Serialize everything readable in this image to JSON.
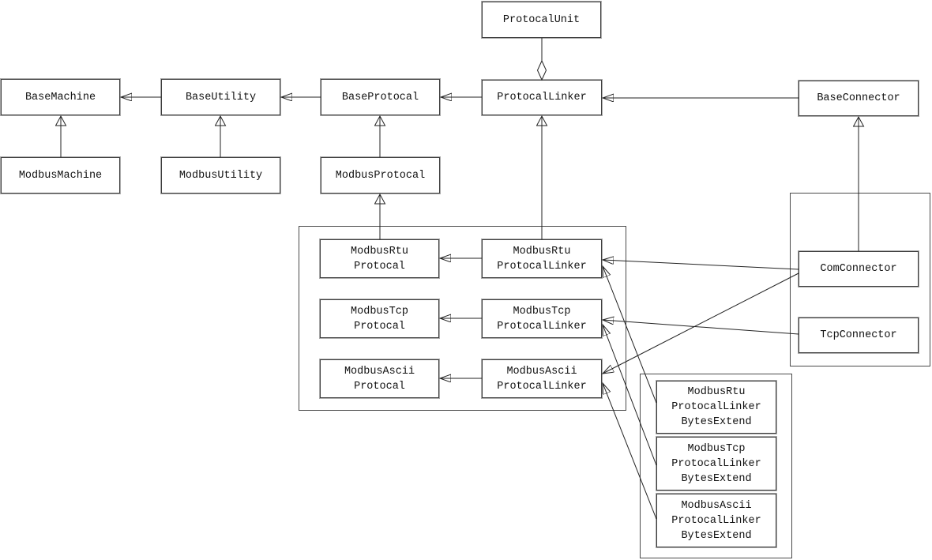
{
  "diagram": {
    "type": "uml-class-diagram",
    "colors": {
      "background": "#ffffff",
      "line": "#222222",
      "box_border": "#3d3d3d",
      "box_shadow": "#a8a8a8",
      "text": "#111111"
    },
    "nodes": {
      "protocal_unit": {
        "lines": [
          "ProtocalUnit"
        ]
      },
      "base_machine": {
        "lines": [
          "BaseMachine"
        ]
      },
      "base_utility": {
        "lines": [
          "BaseUtility"
        ]
      },
      "base_protocal": {
        "lines": [
          "BaseProtocal"
        ]
      },
      "protocal_linker": {
        "lines": [
          "ProtocalLinker"
        ]
      },
      "base_connector": {
        "lines": [
          "BaseConnector"
        ]
      },
      "modbus_machine": {
        "lines": [
          "ModbusMachine"
        ]
      },
      "modbus_utility": {
        "lines": [
          "ModbusUtility"
        ]
      },
      "modbus_protocal": {
        "lines": [
          "ModbusProtocal"
        ]
      },
      "modbus_rtu_protocal": {
        "lines": [
          "ModbusRtu",
          "Protocal"
        ]
      },
      "modbus_rtu_protocal_linker": {
        "lines": [
          "ModbusRtu",
          "ProtocalLinker"
        ]
      },
      "modbus_tcp_protocal": {
        "lines": [
          "ModbusTcp",
          "Protocal"
        ]
      },
      "modbus_tcp_protocal_linker": {
        "lines": [
          "ModbusTcp",
          "ProtocalLinker"
        ]
      },
      "modbus_ascii_protocal": {
        "lines": [
          "ModbusAscii",
          "Protocal"
        ]
      },
      "modbus_ascii_protocal_linker": {
        "lines": [
          "ModbusAscii",
          "ProtocalLinker"
        ]
      },
      "com_connector": {
        "lines": [
          "ComConnector"
        ]
      },
      "tcp_connector": {
        "lines": [
          "TcpConnector"
        ]
      },
      "modbus_rtu_bytes_extend": {
        "lines": [
          "ModbusRtu",
          "ProtocalLinker",
          "BytesExtend"
        ]
      },
      "modbus_tcp_bytes_extend": {
        "lines": [
          "ModbusTcp",
          "ProtocalLinker",
          "BytesExtend"
        ]
      },
      "modbus_ascii_bytes_extend": {
        "lines": [
          "ModbusAscii",
          "ProtocalLinker",
          "BytesExtend"
        ]
      }
    },
    "edges": [
      {
        "from": "BaseUtility",
        "to": "BaseMachine",
        "type": "association"
      },
      {
        "from": "BaseProtocal",
        "to": "BaseUtility",
        "type": "association"
      },
      {
        "from": "ProtocalLinker",
        "to": "BaseProtocal",
        "type": "association"
      },
      {
        "from": "BaseConnector",
        "to": "ProtocalLinker",
        "type": "association"
      },
      {
        "from": "ProtocalUnit",
        "to": "ProtocalLinker",
        "type": "aggregation"
      },
      {
        "from": "ModbusMachine",
        "to": "BaseMachine",
        "type": "inheritance"
      },
      {
        "from": "ModbusUtility",
        "to": "BaseUtility",
        "type": "inheritance"
      },
      {
        "from": "ModbusProtocal",
        "to": "BaseProtocal",
        "type": "inheritance"
      },
      {
        "from": "ModbusRtuProtocal",
        "to": "ModbusProtocal",
        "type": "inheritance"
      },
      {
        "from": "ModbusRtuProtocalLinker",
        "to": "ProtocalLinker",
        "type": "inheritance"
      },
      {
        "from": "ComConnector",
        "to": "BaseConnector",
        "type": "inheritance"
      },
      {
        "from": "ModbusRtuProtocalLinker",
        "to": "ModbusRtuProtocal",
        "type": "association"
      },
      {
        "from": "ModbusTcpProtocalLinker",
        "to": "ModbusTcpProtocal",
        "type": "association"
      },
      {
        "from": "ModbusAsciiProtocalLinker",
        "to": "ModbusAsciiProtocal",
        "type": "association"
      },
      {
        "from": "ComConnector",
        "to": "ModbusRtuProtocalLinker",
        "type": "association"
      },
      {
        "from": "ComConnector",
        "to": "ModbusAsciiProtocalLinker",
        "type": "association"
      },
      {
        "from": "TcpConnector",
        "to": "ModbusTcpProtocalLinker",
        "type": "association"
      },
      {
        "from": "ModbusRtuProtocalLinkerBytesExtend",
        "to": "ModbusRtuProtocalLinker",
        "type": "association"
      },
      {
        "from": "ModbusTcpProtocalLinkerBytesExtend",
        "to": "ModbusTcpProtocalLinker",
        "type": "association"
      },
      {
        "from": "ModbusAsciiProtocalLinkerBytesExtend",
        "to": "ModbusAsciiProtocalLinker",
        "type": "association"
      }
    ]
  }
}
